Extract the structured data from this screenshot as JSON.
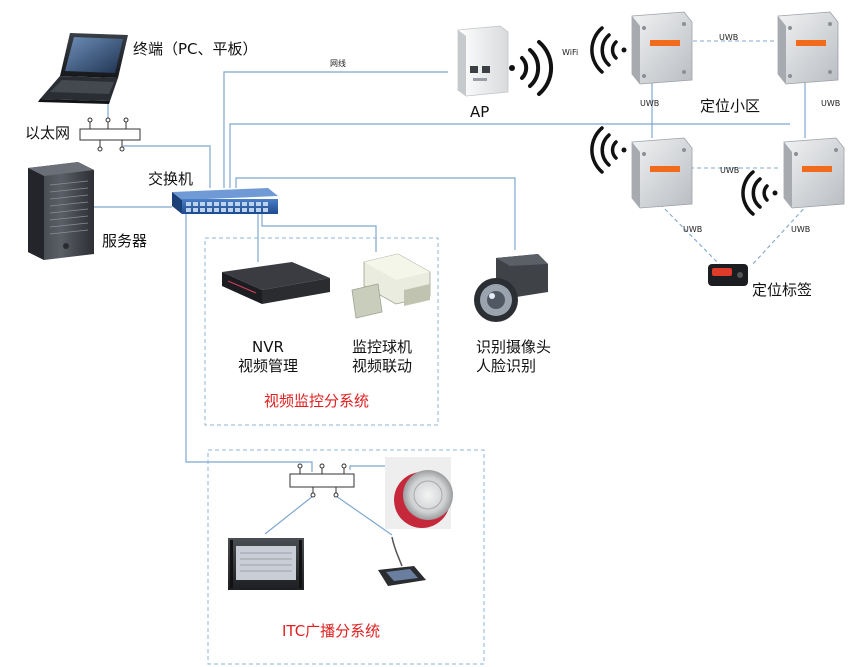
{
  "labels": {
    "terminal": "终端（PC、平板）",
    "ethernet": "以太网",
    "switch": "交换机",
    "server": "服务器",
    "ap": "AP",
    "cable": "网线",
    "wifi": "WiFi",
    "uwb": "UWB",
    "zone": "定位小区",
    "tag": "定位标签",
    "nvr_line1": "NVR",
    "nvr_line2": "视频管理",
    "dome_line1": "监控球机",
    "dome_line2": "视频联动",
    "face_line1": "识别摄像头",
    "face_line2": "人脸识别",
    "video_system": "视频监控分系统",
    "itc_system": "ITC广播分系统"
  },
  "colors": {
    "line": "#7fa8cf",
    "dashed_box": "#8fb4d8",
    "subsystem_title": "#e02020",
    "switch_body": "#2d5fa8",
    "anchor_stripe": "#f26b1d"
  }
}
